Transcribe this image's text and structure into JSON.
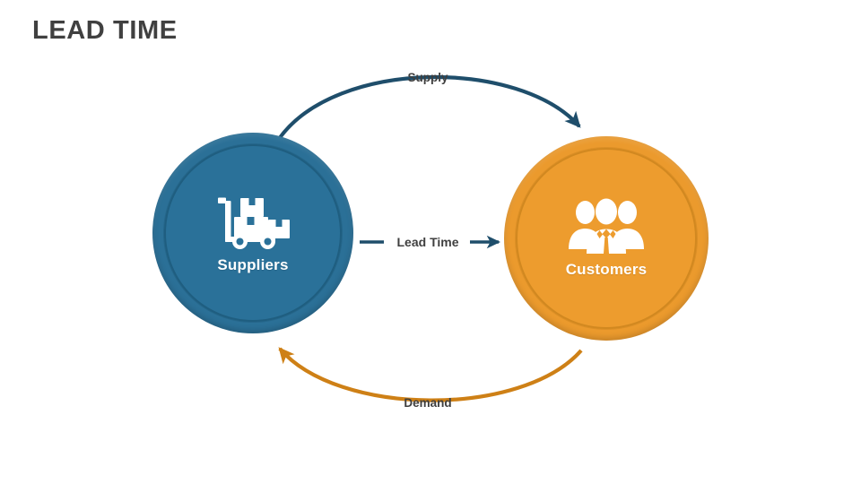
{
  "slide": {
    "title": "LEAD TIME",
    "background_color": "#FFFFFF"
  },
  "nodes": [
    {
      "id": "suppliers",
      "label": "Suppliers",
      "icon": "hand-truck-boxes-icon",
      "fill_color": "#2A7199",
      "ring_color": "#2B7097",
      "label_color": "#FFFFFF",
      "position": "left"
    },
    {
      "id": "customers",
      "label": "Customers",
      "icon": "three-people-icon",
      "fill_color": "#ED9C2E",
      "ring_color": "#EB9A2D",
      "label_color": "#FFFFFF",
      "position": "right"
    }
  ],
  "connectors": [
    {
      "id": "supply",
      "label": "Supply",
      "from": "suppliers",
      "to": "customers",
      "shape": "arc-top",
      "color": "#1F4E6B",
      "arrowhead": "end"
    },
    {
      "id": "lead-time",
      "label": "Lead Time",
      "from": "suppliers",
      "to": "customers",
      "shape": "straight",
      "color": "#1F4E6B",
      "arrowhead": "end"
    },
    {
      "id": "demand",
      "label": "Demand",
      "from": "customers",
      "to": "suppliers",
      "shape": "arc-bottom",
      "color": "#CE8016",
      "arrowhead": "end"
    }
  ],
  "colors": {
    "title_text": "#404040",
    "label_text": "#3F3F3F",
    "blue_primary": "#2A7199",
    "blue_dark": "#1F4E6B",
    "orange_primary": "#ED9C2E",
    "orange_dark": "#CE8016"
  }
}
